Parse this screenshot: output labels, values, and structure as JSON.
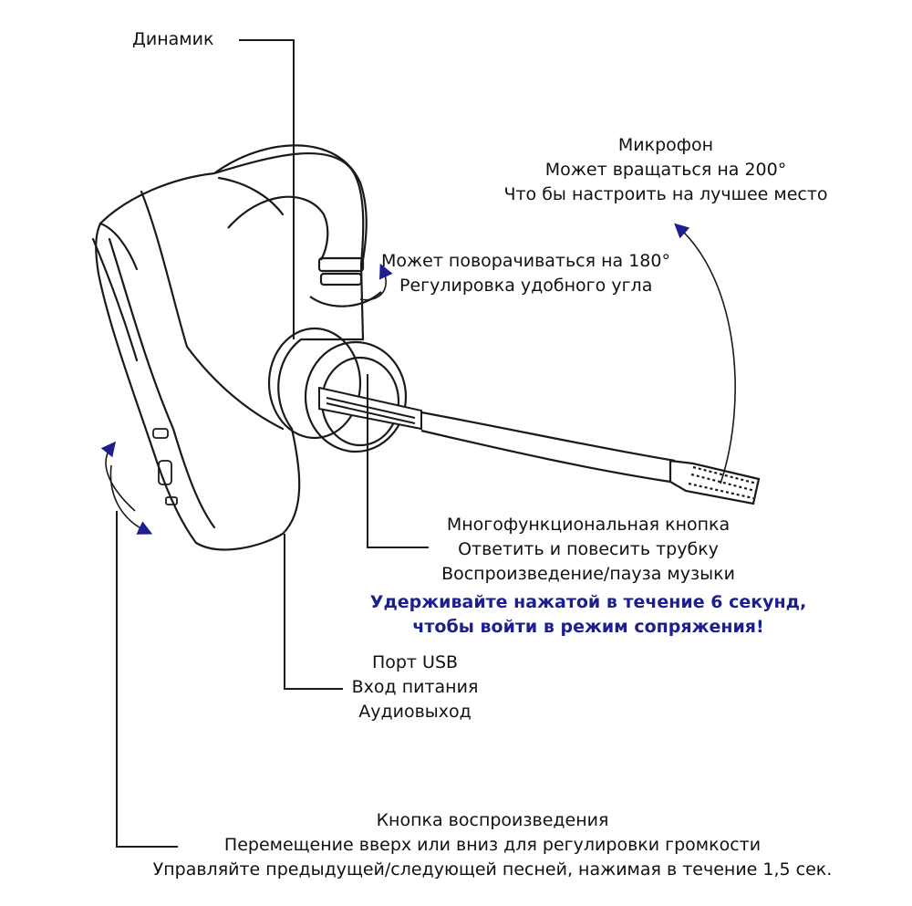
{
  "colors": {
    "ink": "#1a1a1a",
    "arrow": "#1b1f8f",
    "highlight_text": "#1b1f8f",
    "background": "#ffffff"
  },
  "labels": {
    "speaker": "Динамик",
    "microphone": [
      "Микрофон",
      "Может вращаться на 200°",
      "Что бы настроить на лучшее место"
    ],
    "rotation": [
      "Может поворачиваться на 180°",
      "Регулировка удобного угла"
    ],
    "multifunction_button": [
      "Многофункциональная кнопка",
      "Ответить и повесить трубку",
      "Воспроизведение/пауза музыки"
    ],
    "pairing_note": [
      "Удерживайте нажатой в течение 6 секунд,",
      "чтобы войти в режим сопряжения!"
    ],
    "usb_port": [
      "Порт USB",
      "Вход питания",
      "Аудиовыход"
    ],
    "play_button": [
      "Кнопка воспроизведения",
      "Перемещение вверх или вниз для регулировки громкости",
      "Управляйте предыдущей/следующей песней, нажимая в течение 1,5 сек."
    ]
  }
}
